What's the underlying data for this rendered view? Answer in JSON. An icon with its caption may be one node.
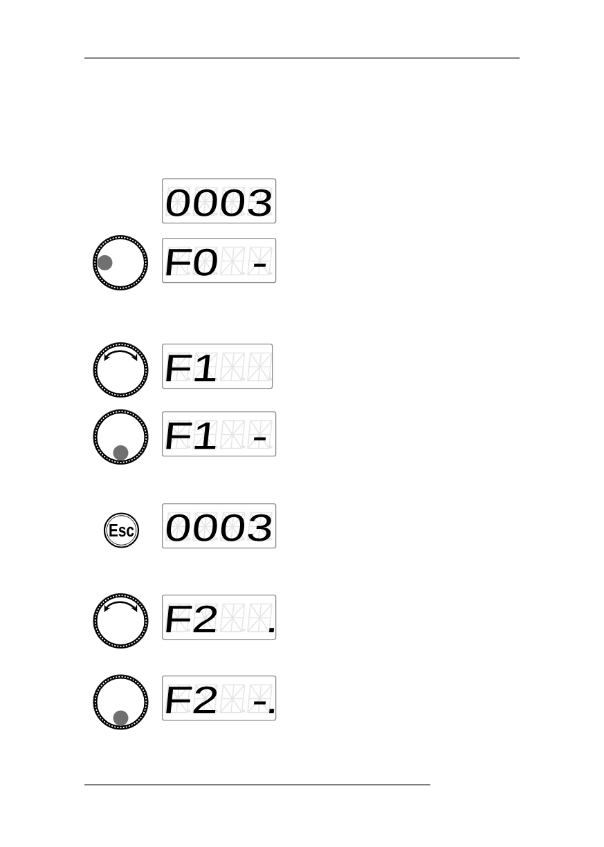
{
  "diagram": {
    "nodes": [
      {
        "text": [
          "0003"
        ]
      },
      {
        "text": [
          "F0 -"
        ]
      },
      {
        "text": [
          "F1"
        ]
      },
      {
        "text": [
          "F1 -"
        ]
      },
      {
        "text": [
          "Esc"
        ]
      },
      {
        "text": [
          "0003"
        ]
      },
      {
        "text": [
          "F2 ."
        ]
      },
      {
        "text": [
          "F2 -."
        ]
      }
    ]
  }
}
